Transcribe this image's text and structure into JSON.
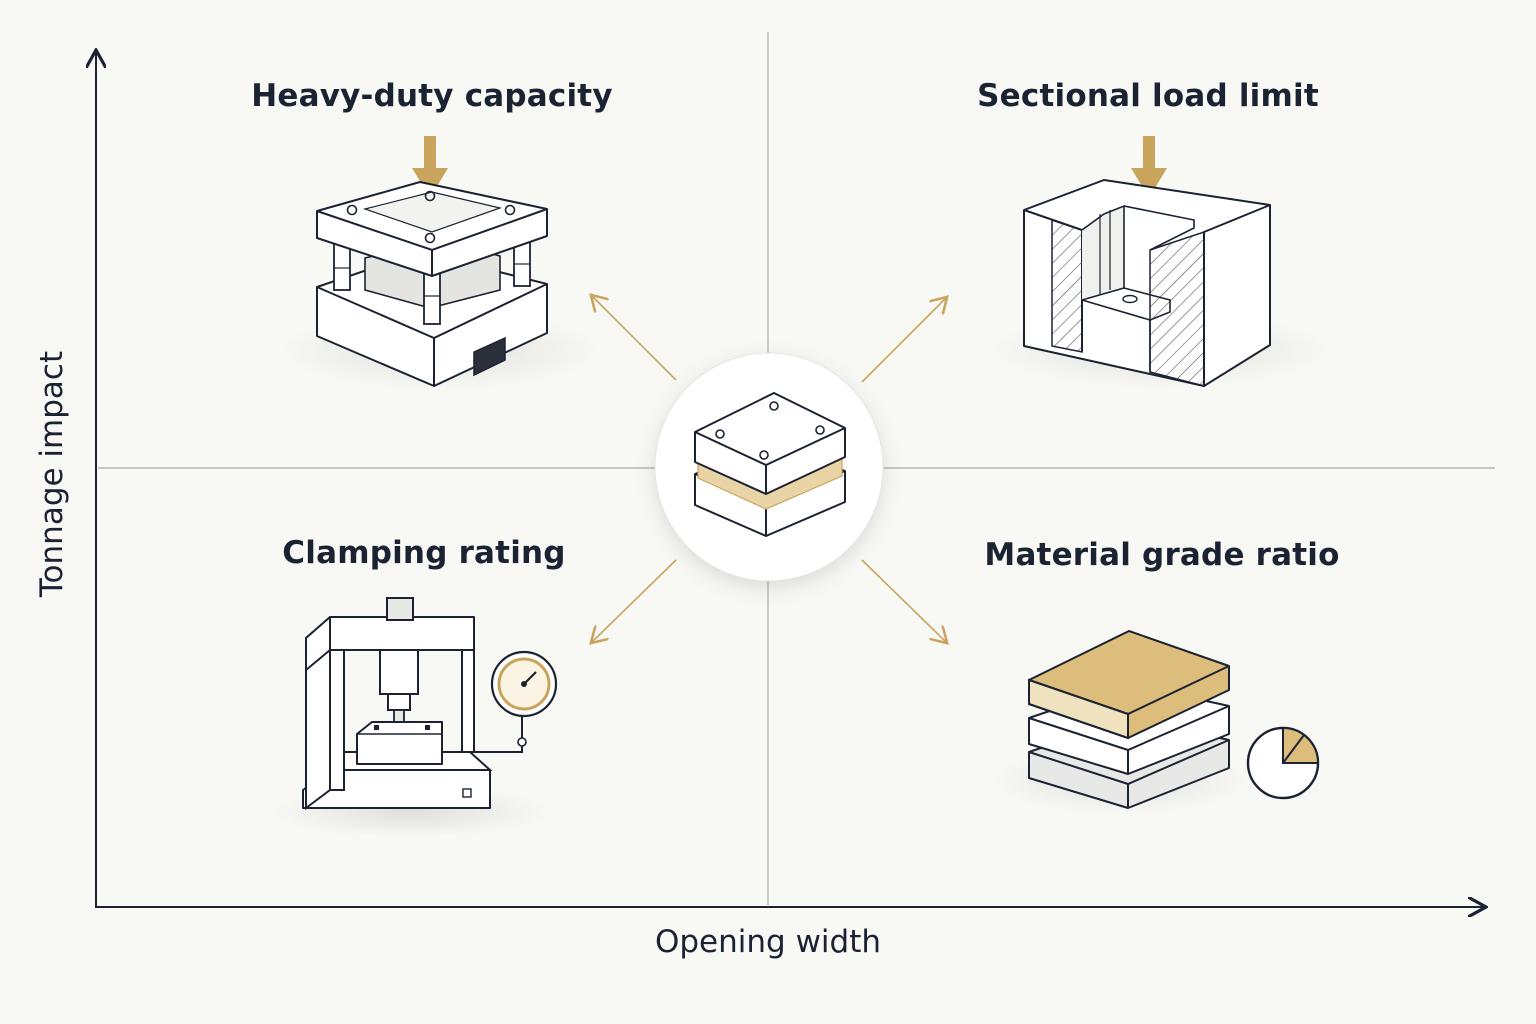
{
  "axes": {
    "x_label": "Opening width",
    "y_label": "Tonnage impact"
  },
  "quadrants": {
    "top_left": {
      "title": "Heavy-duty capacity",
      "icon": "mold-press-icon"
    },
    "top_right": {
      "title": "Sectional load limit",
      "icon": "sectional-block-icon"
    },
    "bottom_left": {
      "title": "Clamping rating",
      "icon": "clamp-press-gauge-icon"
    },
    "bottom_right": {
      "title": "Material grade ratio",
      "icon": "stacked-plates-pie-icon"
    }
  },
  "center": {
    "icon": "mold-plate-icon"
  },
  "colors": {
    "accent": "#c9a45c",
    "accent_fill": "#e0c58c",
    "ink": "#1b2332",
    "divider": "#b8b8b2",
    "background": "#f8f8f5"
  }
}
